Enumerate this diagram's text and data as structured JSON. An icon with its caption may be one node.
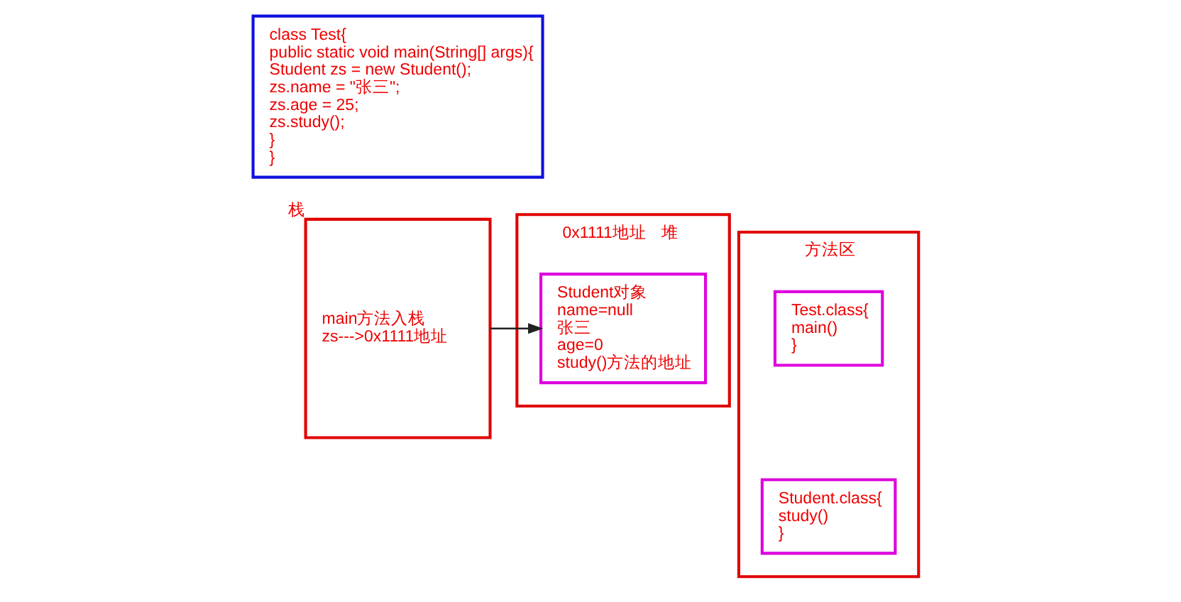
{
  "diagram": {
    "nodes": [
      {
        "text": [
          "class Test{",
          "public static void main(String[] args){",
          "Student zs = new Student();",
          "zs.name = \"张三\";",
          "zs.age = 25;",
          "zs.study();",
          "}",
          "}"
        ]
      },
      {
        "text": [
          "main方法入栈",
          "zs--->0x1111地址"
        ],
        "beside": [
          "栈"
        ]
      },
      {
        "text": [
          "0x1111地址"
        ],
        "beside": [
          "堆"
        ]
      },
      {
        "text": [
          "Student对象",
          "name=null",
          "张三",
          "age=0",
          "study()方法的地址"
        ],
        "in": 2
      },
      {
        "text": [],
        "shape": "box",
        "beside": [
          "方法区"
        ]
      },
      {
        "text": [
          "Test.class{",
          "main()",
          "}"
        ],
        "in": 4
      },
      {
        "text": [
          "Student.class{",
          "study()",
          "}"
        ],
        "in": 4
      }
    ],
    "edges": [
      {
        "from": 1,
        "to": 3,
        "arrow": "to"
      }
    ]
  }
}
